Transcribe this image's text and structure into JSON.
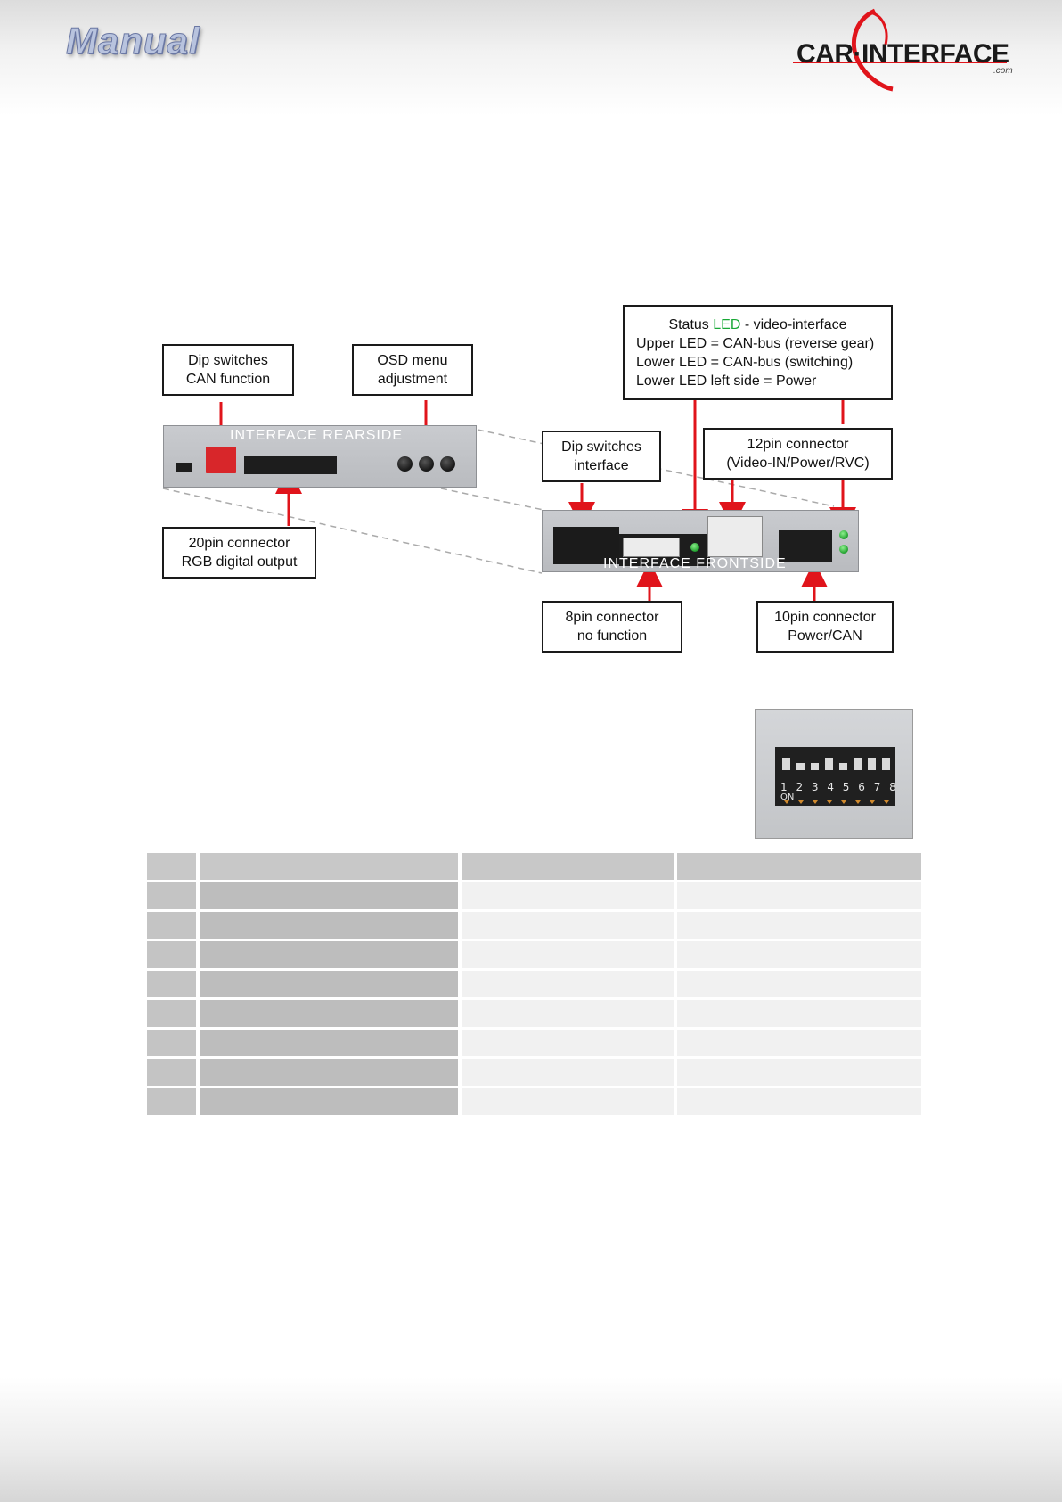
{
  "header": {
    "title": "Manual",
    "logo_text": "CAR·INTERFACE",
    "logo_suffix": ".com"
  },
  "callouts": {
    "dip_can_line1": "Dip switches",
    "dip_can_line2": "CAN function",
    "osd_line1": "OSD menu",
    "osd_line2": "adjustment",
    "status_led_prefix": "Status ",
    "status_led_word": "LED",
    "status_led_suffix": " - video-interface",
    "status_led_line2": "Upper LED = CAN-bus (reverse gear)",
    "status_led_line3": "Lower LED = CAN-bus (switching)",
    "status_led_line4": "Lower LED left side = Power",
    "dip_interface_line1": "Dip switches",
    "dip_interface_line2": "interface",
    "pin12_line1": "12pin connector",
    "pin12_line2": "(Video-IN/Power/RVC)",
    "pin20_line1": "20pin connector",
    "pin20_line2": "RGB digital output",
    "pin8_line1": "8pin connector",
    "pin8_line2": "no function",
    "pin10_line1": "10pin connector",
    "pin10_line2": "Power/CAN"
  },
  "devices": {
    "rear_label": "INTERFACE REARSIDE",
    "front_label": "INTERFACE FRONTSIDE"
  },
  "photo": {
    "dip_numbers": "1 2 3 4 5 6 7 8",
    "dip_on": "ON"
  },
  "colors": {
    "arrow": "#e0141b",
    "led_green": "#18a836"
  },
  "table": {
    "rows": 8
  }
}
